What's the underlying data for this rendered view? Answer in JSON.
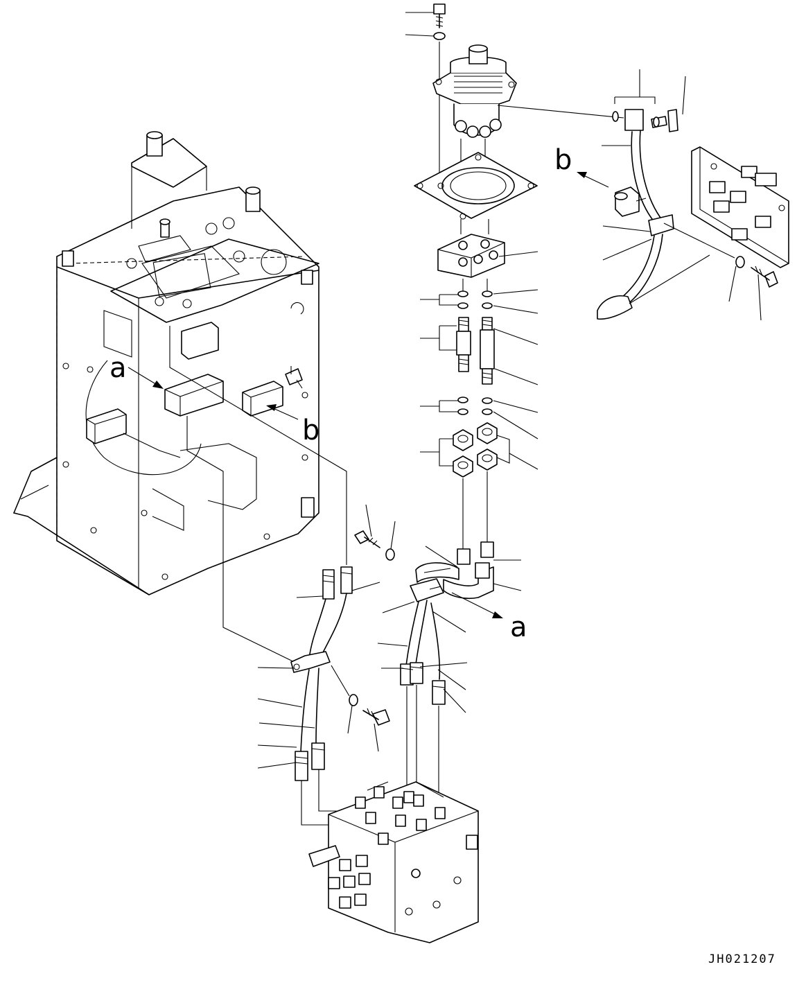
{
  "drawing": {
    "code": "JH021207",
    "view_refs": [
      {
        "id": "ref-a-frame",
        "letter": "a"
      },
      {
        "id": "ref-b-frame",
        "letter": "b"
      },
      {
        "id": "ref-a-hose",
        "letter": "a"
      },
      {
        "id": "ref-b-bracket",
        "letter": "b"
      }
    ]
  }
}
